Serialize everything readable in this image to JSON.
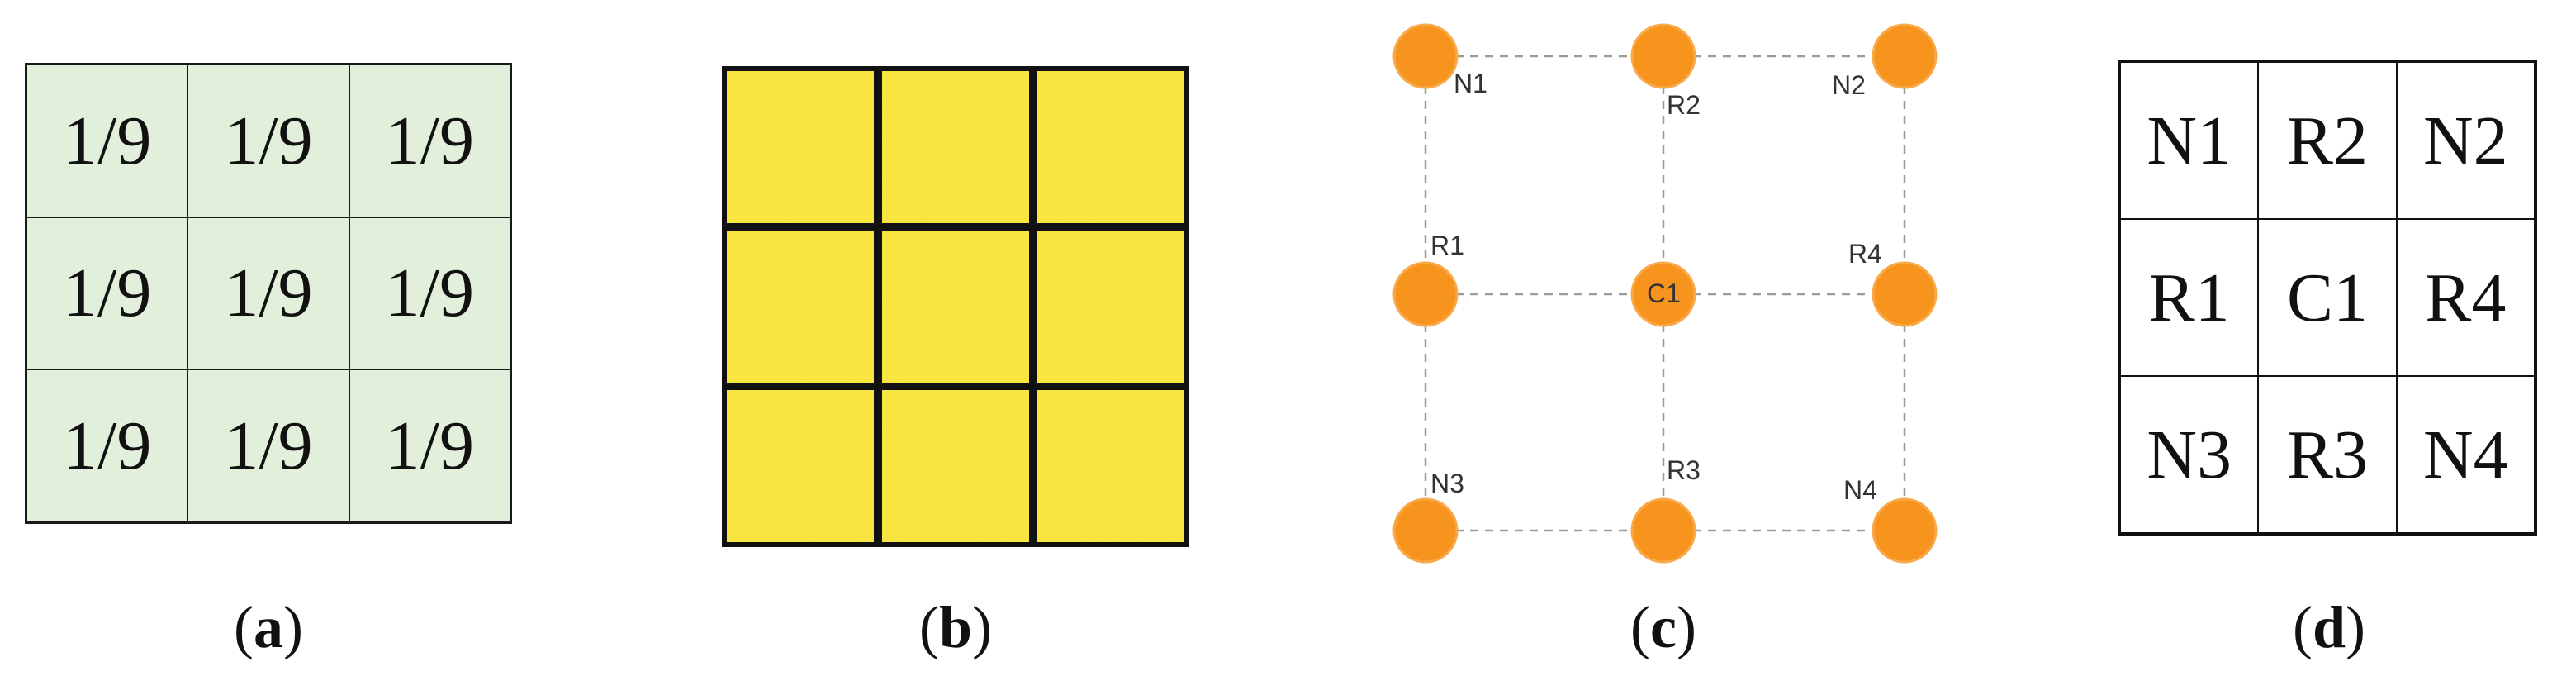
{
  "panel_a": {
    "cells": [
      "1/9",
      "1/9",
      "1/9",
      "1/9",
      "1/9",
      "1/9",
      "1/9",
      "1/9",
      "1/9"
    ],
    "fill": "#e2efda",
    "caption": {
      "open": "(",
      "letter": "a",
      "close": ")"
    }
  },
  "panel_b": {
    "fill": "#f7e33a",
    "caption": {
      "open": "(",
      "letter": "b",
      "close": ")"
    }
  },
  "panel_c": {
    "node_color": "#f7941d",
    "nodes": {
      "n1": "N1",
      "r2": "R2",
      "n2": "N2",
      "r1": "R1",
      "c1": "C1",
      "r4": "R4",
      "n3": "N3",
      "r3": "R3",
      "n4": "N4"
    },
    "caption": {
      "open": "(",
      "letter": "c",
      "close": ")"
    }
  },
  "panel_d": {
    "cells": [
      "N1",
      "R2",
      "N2",
      "R1",
      "C1",
      "R4",
      "N3",
      "R3",
      "N4"
    ],
    "caption": {
      "open": "(",
      "letter": "d",
      "close": ")"
    }
  }
}
